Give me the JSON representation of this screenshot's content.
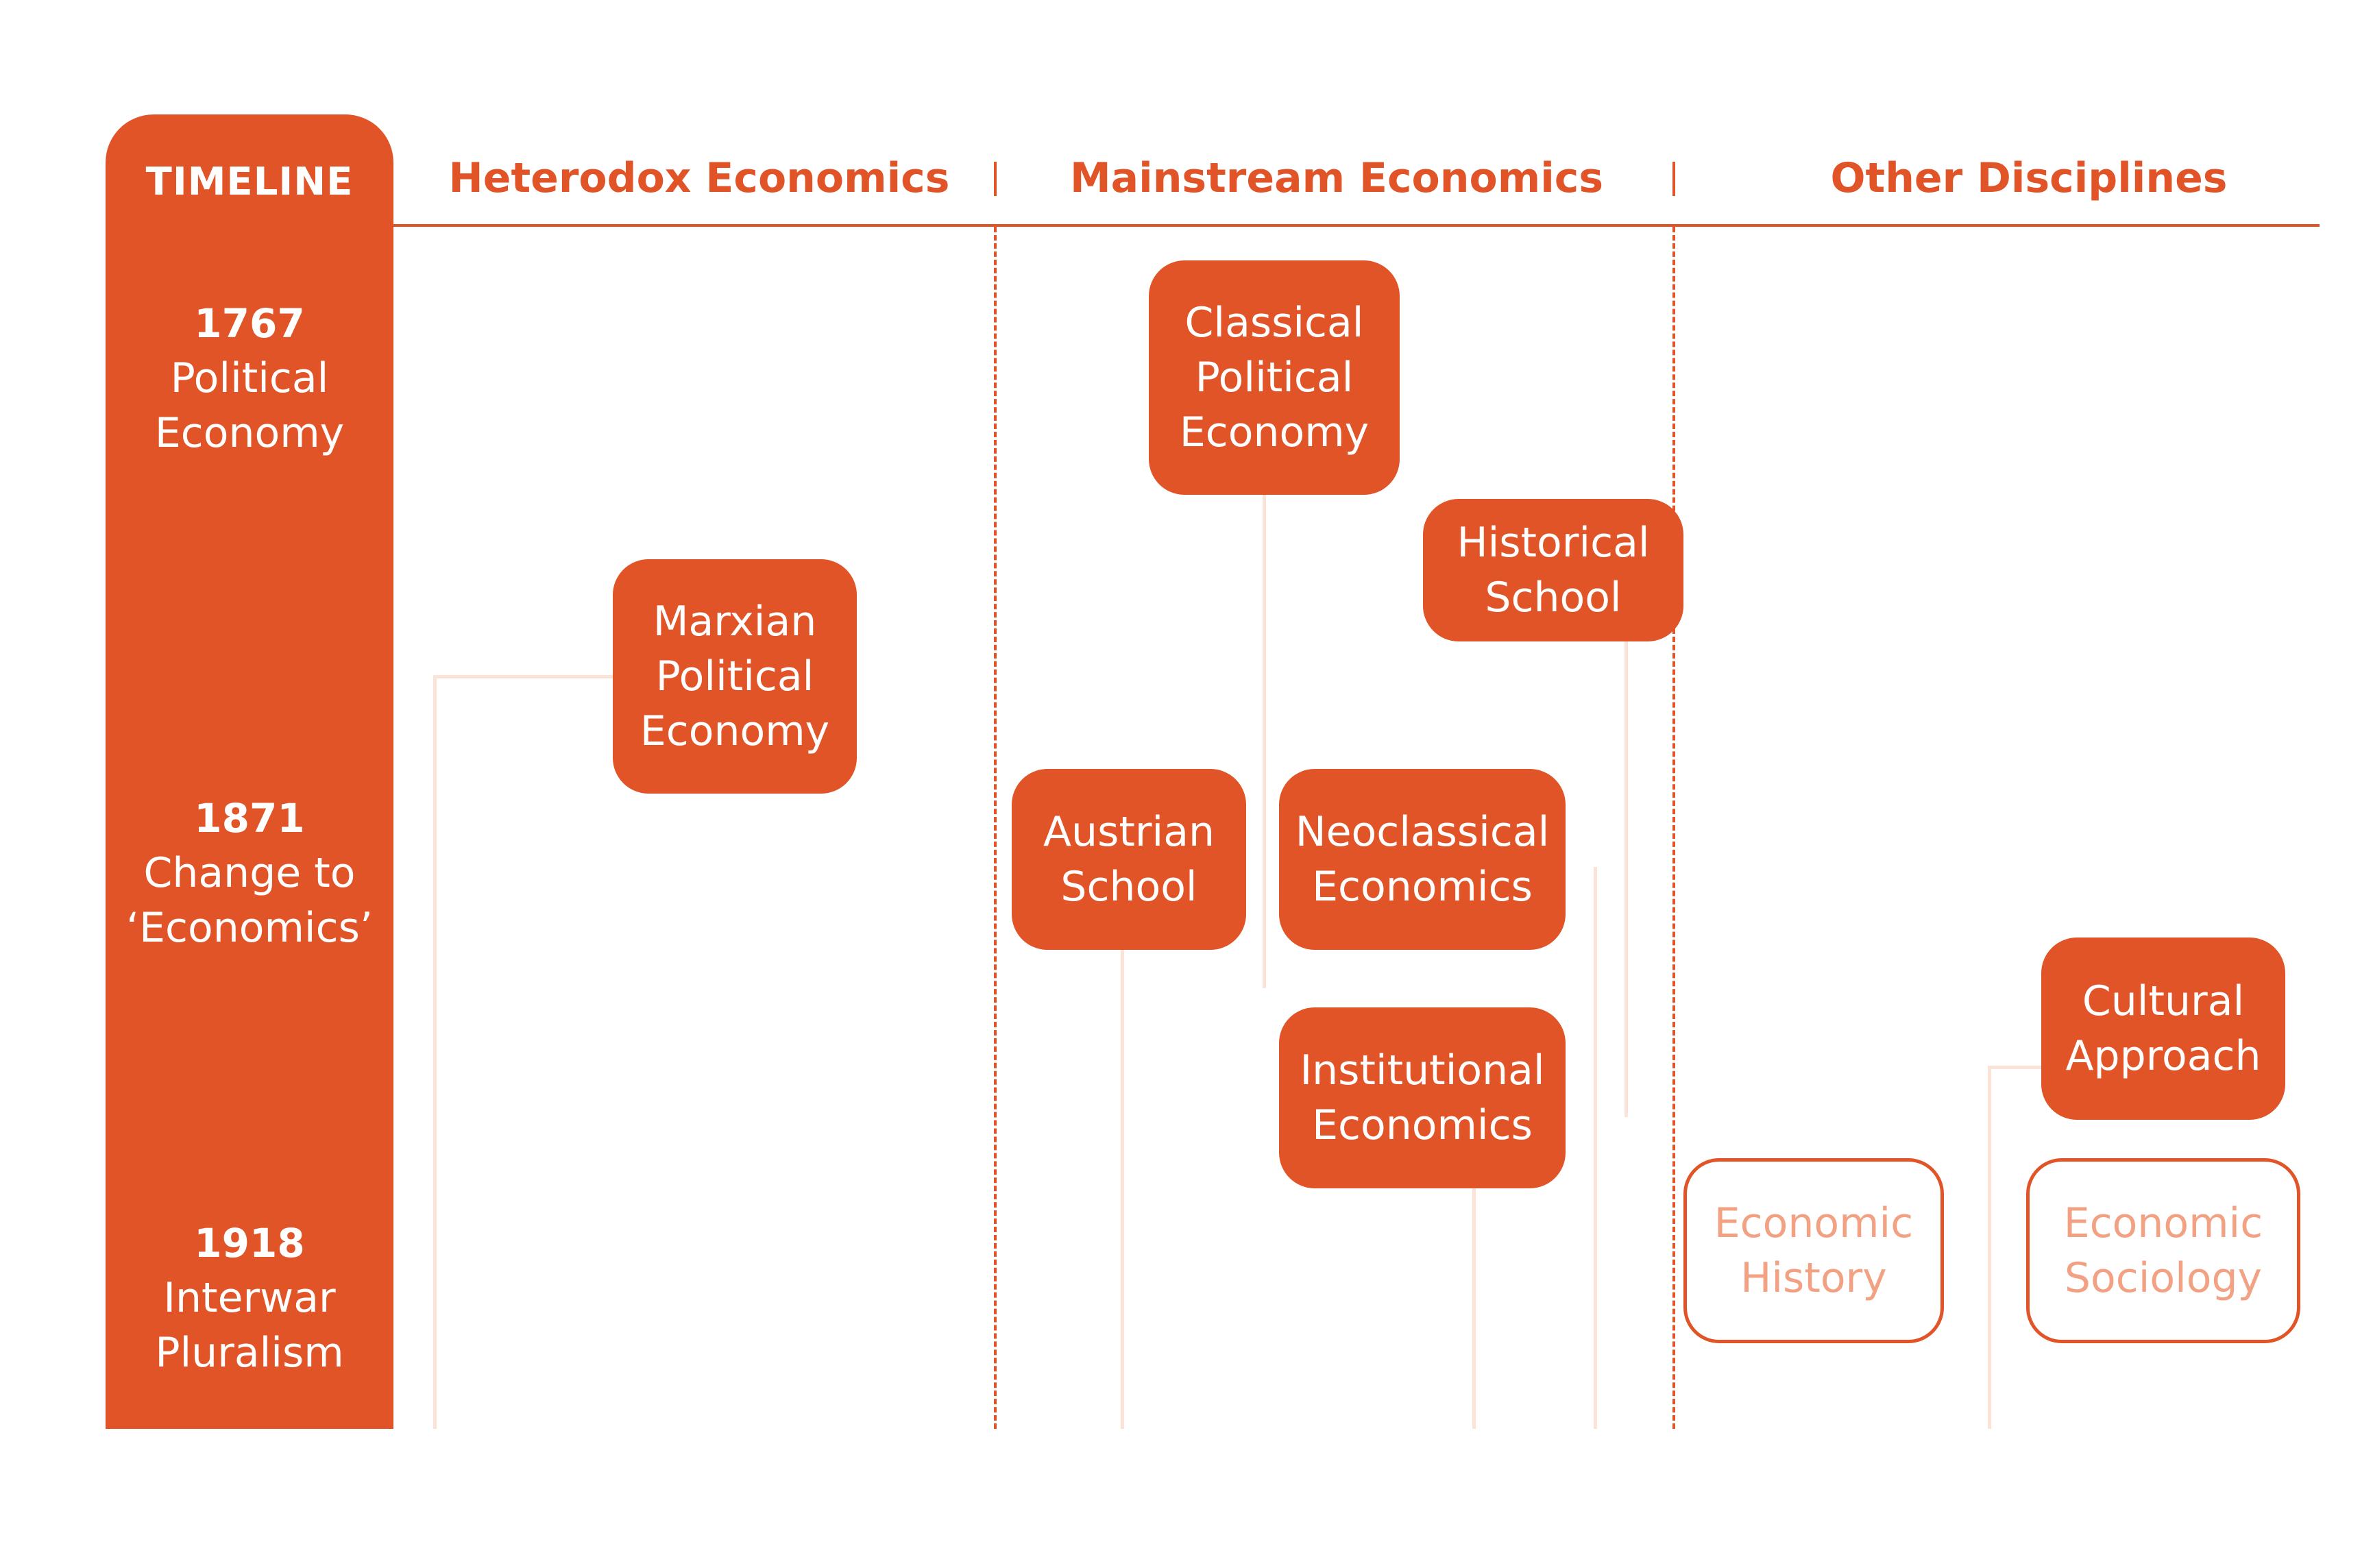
{
  "timeline": {
    "title": "TIMELINE",
    "periods": [
      {
        "year": "1767",
        "label_1": "Political",
        "label_2": "Economy"
      },
      {
        "year": "1871",
        "label_1": "Change to",
        "label_2": "‘Economics’"
      },
      {
        "year": "1918",
        "label_1": "Interwar",
        "label_2": "Pluralism"
      }
    ]
  },
  "columns": {
    "heterodox": "Heterodox Economics",
    "mainstream": "Mainstream Economics",
    "other": "Other Disciplines"
  },
  "nodes": {
    "marxian": [
      "Marxian",
      "Political",
      "Economy"
    ],
    "classical": [
      "Classical",
      "Political",
      "Economy"
    ],
    "historical": [
      "Historical",
      "School"
    ],
    "austrian": [
      "Austrian",
      "School"
    ],
    "neoclassical": [
      "Neoclassical",
      "Economics"
    ],
    "institutional": [
      "Institutional",
      "Economics"
    ],
    "cultural": [
      "Cultural",
      "Approach"
    ],
    "economic_history": [
      "Economic",
      "History"
    ],
    "economic_sociology": [
      "Economic",
      "Sociology"
    ]
  },
  "colors": {
    "accent": "#e15427",
    "track": "#fbe3d8",
    "outline_text": "#f2a183",
    "background": "#ffffff"
  }
}
